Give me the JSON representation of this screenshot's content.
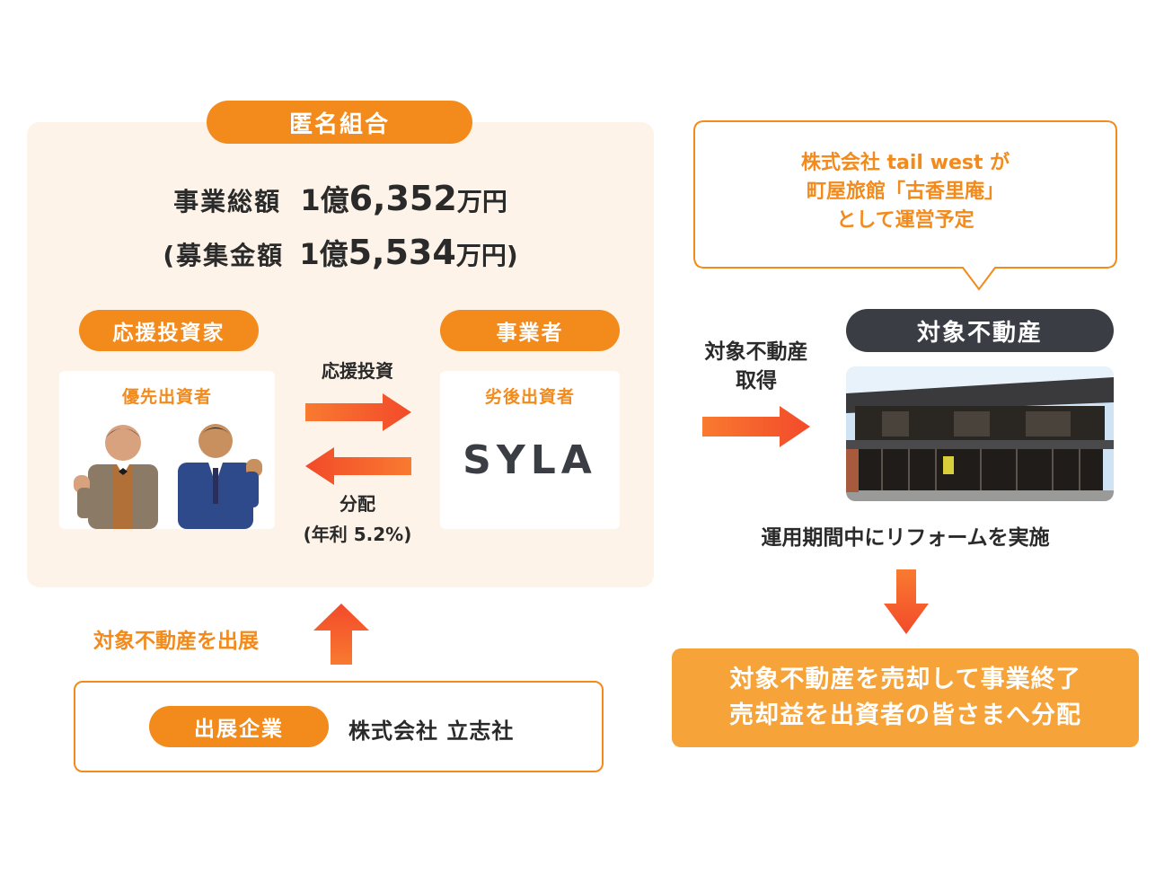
{
  "fund": {
    "badge": "匿名組合",
    "total_label": "事業総額",
    "total_oku": "1億",
    "total_man": "6,352",
    "total_unit": "万円",
    "raise_label": "(募集金額",
    "raise_oku": "1億",
    "raise_man": "5,534",
    "raise_unit": "万円)"
  },
  "investors": {
    "badge": "応援投資家",
    "card_label": "優先出資者"
  },
  "operator": {
    "badge": "事業者",
    "card_label": "劣後出資者",
    "logo_text": "SYLA"
  },
  "flows": {
    "invest_label": "応援投資",
    "distribution_label": "分配",
    "rate_label": "(年利 5.2%)",
    "acquire_line1": "対象不動産",
    "acquire_line2": "取得",
    "contribute_label": "対象不動産を出展"
  },
  "bubble": {
    "line1": "株式会社 tail west が",
    "line2": "町屋旅館「古香里庵」",
    "line3": "として運営予定"
  },
  "property": {
    "badge": "対象不動産",
    "reform_text": "運用期間中にリフォームを実施"
  },
  "exit": {
    "line1": "対象不動産を売却して事業終了",
    "line2": "売却益を出資者の皆さまへ分配"
  },
  "exhibitor": {
    "badge": "出展企業",
    "name": "株式会社 立志社"
  },
  "colors": {
    "orange": "#f28a1c",
    "arrow_start": "#f97a30",
    "arrow_end": "#f24a2a",
    "panel_bg": "#fdf3e8",
    "dark": "#3a3d44"
  }
}
